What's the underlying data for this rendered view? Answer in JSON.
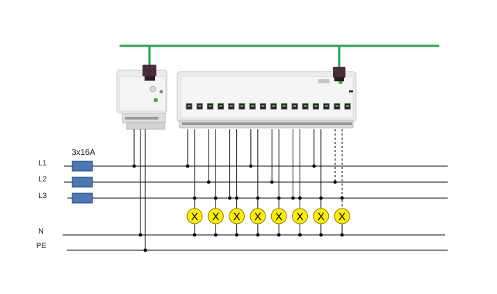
{
  "fuse_rating": "3x16A",
  "lines": [
    {
      "id": "L1",
      "label": "L1"
    },
    {
      "id": "L2",
      "label": "L2"
    },
    {
      "id": "L3",
      "label": "L3"
    },
    {
      "id": "N",
      "label": "N"
    },
    {
      "id": "PE",
      "label": "PE"
    }
  ],
  "lamps": [
    {
      "id": "lamp-1",
      "symbol": "X",
      "phase": "L1",
      "dashed": false
    },
    {
      "id": "lamp-2",
      "symbol": "X",
      "phase": "L2",
      "dashed": false
    },
    {
      "id": "lamp-3",
      "symbol": "X",
      "phase": "L3",
      "dashed": false
    },
    {
      "id": "lamp-4",
      "symbol": "X",
      "phase": "L1",
      "dashed": false
    },
    {
      "id": "lamp-5",
      "symbol": "X",
      "phase": "L2",
      "dashed": false
    },
    {
      "id": "lamp-6",
      "symbol": "X",
      "phase": "L3",
      "dashed": false
    },
    {
      "id": "lamp-7",
      "symbol": "X",
      "phase": "L1",
      "dashed": false
    },
    {
      "id": "lamp-8",
      "symbol": "X",
      "phase": "L2",
      "dashed": true
    }
  ],
  "colors": {
    "bus": "#1aa64a",
    "wire": "#000000",
    "fuse_fill": "#4a78b5",
    "fuse_stroke": "#1f3f6e",
    "lamp_fill": "#ffee00",
    "lamp_stroke": "#8a7a00",
    "module_body": "#e9e9e9",
    "connector": "#4a2c3a",
    "brand_green": "#3daa35"
  }
}
